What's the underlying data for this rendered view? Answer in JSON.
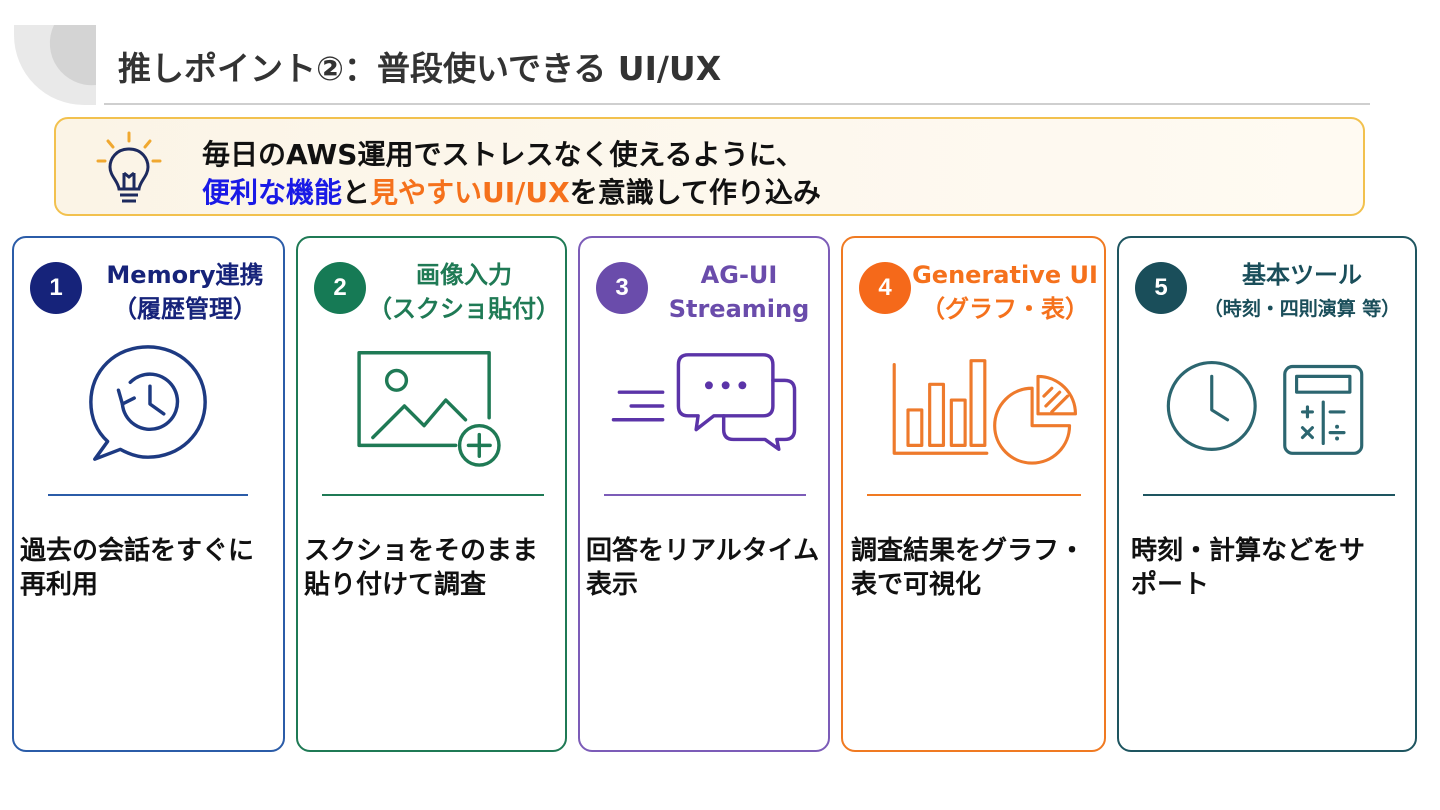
{
  "title": "推しポイント②：普段使いできる  UI/UX",
  "banner": {
    "line1": "毎日のAWS運用でストレスなく使えるように、",
    "line2_part1": "便利な機能",
    "line2_part2": "と",
    "line2_part3": "見やすいUI/UX",
    "line2_part4": "を意識して作り込み",
    "icon": "lightbulb-icon"
  },
  "colors": {
    "card1": "#2b5ca8",
    "badge1": "#16237a",
    "card2": "#1f7a55",
    "badge2": "#167a55",
    "card3": "#7c5cb8",
    "badge3": "#6a4cab",
    "card4": "#f07a22",
    "badge4": "#f5691a",
    "card5": "#1e5560",
    "badge5": "#1a4e5a"
  },
  "cards": [
    {
      "number": "1",
      "title1": "Memory連携",
      "title2": "（履歴管理）",
      "icon": "history-icon",
      "desc": "過去の会話をすぐに再利用"
    },
    {
      "number": "2",
      "title1": "画像入力",
      "title2": "（スクショ貼付）",
      "icon": "image-add-icon",
      "desc": "スクショをそのまま貼り付けて調査"
    },
    {
      "number": "3",
      "title1": "AG-UI",
      "title2": "Streaming",
      "icon": "chat-stream-icon",
      "desc": "回答をリアルタイム表示"
    },
    {
      "number": "4",
      "title1": "Generative UI",
      "title2": "（グラフ・表）",
      "icon": "chart-icon",
      "desc": "調査結果をグラフ・表で可視化"
    },
    {
      "number": "5",
      "title1": "基本ツール",
      "title2": "（時刻・四則演算  等）",
      "icon": "clock-calculator-icon",
      "desc": "時刻・計算などをサポート"
    }
  ]
}
